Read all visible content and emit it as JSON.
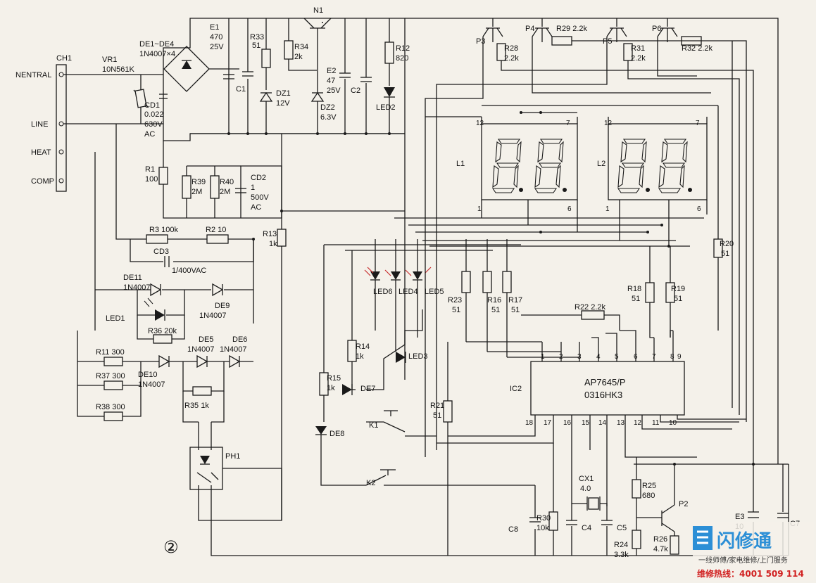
{
  "terminal_block": {
    "name": "CH1",
    "terminals": [
      "NENTRAL",
      "LINE",
      "HEAT",
      "COMP"
    ]
  },
  "components": {
    "VR1": [
      "VR1",
      "10N561K"
    ],
    "CD1": [
      "CD1",
      "0.022",
      "630V",
      "AC"
    ],
    "DE1_4": [
      "DE1~DE4",
      "1N4007×4"
    ],
    "E1": [
      "E1",
      "470",
      "25V"
    ],
    "C1": [
      "C1"
    ],
    "R33": [
      "R33",
      "51"
    ],
    "R34": [
      "R34",
      "2k"
    ],
    "DZ1": [
      "DZ1",
      "12V"
    ],
    "N1": [
      "N1"
    ],
    "E2": [
      "E2",
      "47",
      "25V"
    ],
    "DZ2": [
      "DZ2",
      "6.3V"
    ],
    "C2": [
      "C2"
    ],
    "R12": [
      "R12",
      "820"
    ],
    "LED2": [
      "LED2"
    ],
    "R1": [
      "R1",
      "100"
    ],
    "R39": [
      "R39",
      "2M"
    ],
    "R40": [
      "R40",
      "2M"
    ],
    "CD2": [
      "CD2",
      "1",
      "500V",
      "AC"
    ],
    "R3": [
      "R3 100k"
    ],
    "R2": [
      "R2  10"
    ],
    "CD3": [
      "CD3"
    ],
    "CD3v": [
      "1/400VAC"
    ],
    "R13": [
      "R13",
      "1k"
    ],
    "DE11": [
      "DE11",
      "1N4007"
    ],
    "DE9": [
      "DE9",
      "1N4007"
    ],
    "LED1": [
      "LED1"
    ],
    "R36": [
      "R36  20k"
    ],
    "R11": [
      "R11  300"
    ],
    "DE5": [
      "DE5",
      "1N4007"
    ],
    "DE6": [
      "DE6",
      "1N4007"
    ],
    "R37": [
      "R37  300"
    ],
    "DE10": [
      "DE10",
      "1N4007"
    ],
    "R38": [
      "R38  300"
    ],
    "R35": [
      "R35  1k"
    ],
    "PH1": [
      "PH1"
    ],
    "R14": [
      "R14",
      "1k"
    ],
    "LED3": [
      "LED3"
    ],
    "R15": [
      "R15",
      "1k"
    ],
    "DE7": [
      "DE7"
    ],
    "DE8": [
      "DE8"
    ],
    "K1": [
      "K1"
    ],
    "K2": [
      "K2"
    ],
    "LED6": [
      "LED6"
    ],
    "LED4": [
      "LED4"
    ],
    "LED5": [
      "LED5"
    ],
    "R23": [
      "R23",
      "51"
    ],
    "R16": [
      "R16",
      "51"
    ],
    "R17": [
      "R17",
      "51"
    ],
    "R21": [
      "R21",
      "51"
    ],
    "R22": [
      "R22  2.2k"
    ],
    "R18": [
      "R18",
      "51"
    ],
    "R19": [
      "R19",
      "51"
    ],
    "R20": [
      "R20",
      "51"
    ],
    "P3": [
      "P3"
    ],
    "P4": [
      "P4"
    ],
    "P5": [
      "P5"
    ],
    "P6": [
      "P6"
    ],
    "R28": [
      "R28",
      "2.2k"
    ],
    "R29": [
      "R29  2.2k"
    ],
    "R31": [
      "R31",
      "2.2k"
    ],
    "R32": [
      "R32  2.2k"
    ],
    "L1": [
      "L1"
    ],
    "L2": [
      "L2"
    ],
    "CX1": [
      "CX1",
      "4.0"
    ],
    "R25": [
      "R25",
      "680"
    ],
    "P2": [
      "P2"
    ],
    "R30": [
      "R30",
      "10k"
    ],
    "C8": [
      "C8"
    ],
    "C4": [
      "C4"
    ],
    "C5": [
      "C5"
    ],
    "R24": [
      "R24",
      "3.3k"
    ],
    "R26": [
      "R26",
      "4.7k"
    ],
    "E3": [
      "E3",
      "10"
    ],
    "C7": [
      "C7"
    ]
  },
  "ic2": {
    "name": "IC2",
    "part": "AP7645/P",
    "code": "0316HK3",
    "top_pins": [
      "1",
      "2",
      "3",
      "4",
      "5",
      "6",
      "7",
      "8",
      "9"
    ],
    "bottom_pins": [
      "18",
      "17",
      "16",
      "15",
      "14",
      "13",
      "12",
      "11",
      "10"
    ]
  },
  "display_pins": {
    "L1": [
      "12",
      "7",
      "1",
      "6"
    ],
    "L2": [
      "12",
      "7",
      "1",
      "6"
    ]
  },
  "figure_number": "②",
  "watermark": {
    "brand": "闪修通",
    "slogan": "一线师傅/家电维修/上门服务",
    "hotline": "维修热线：4001 509 114"
  },
  "colors": {
    "ink": "#1a1a1a",
    "paper": "#f4f1ea",
    "red_annotation": "#c83030",
    "brand_blue": "#2c8fd6",
    "hotline_red": "#d12020"
  }
}
